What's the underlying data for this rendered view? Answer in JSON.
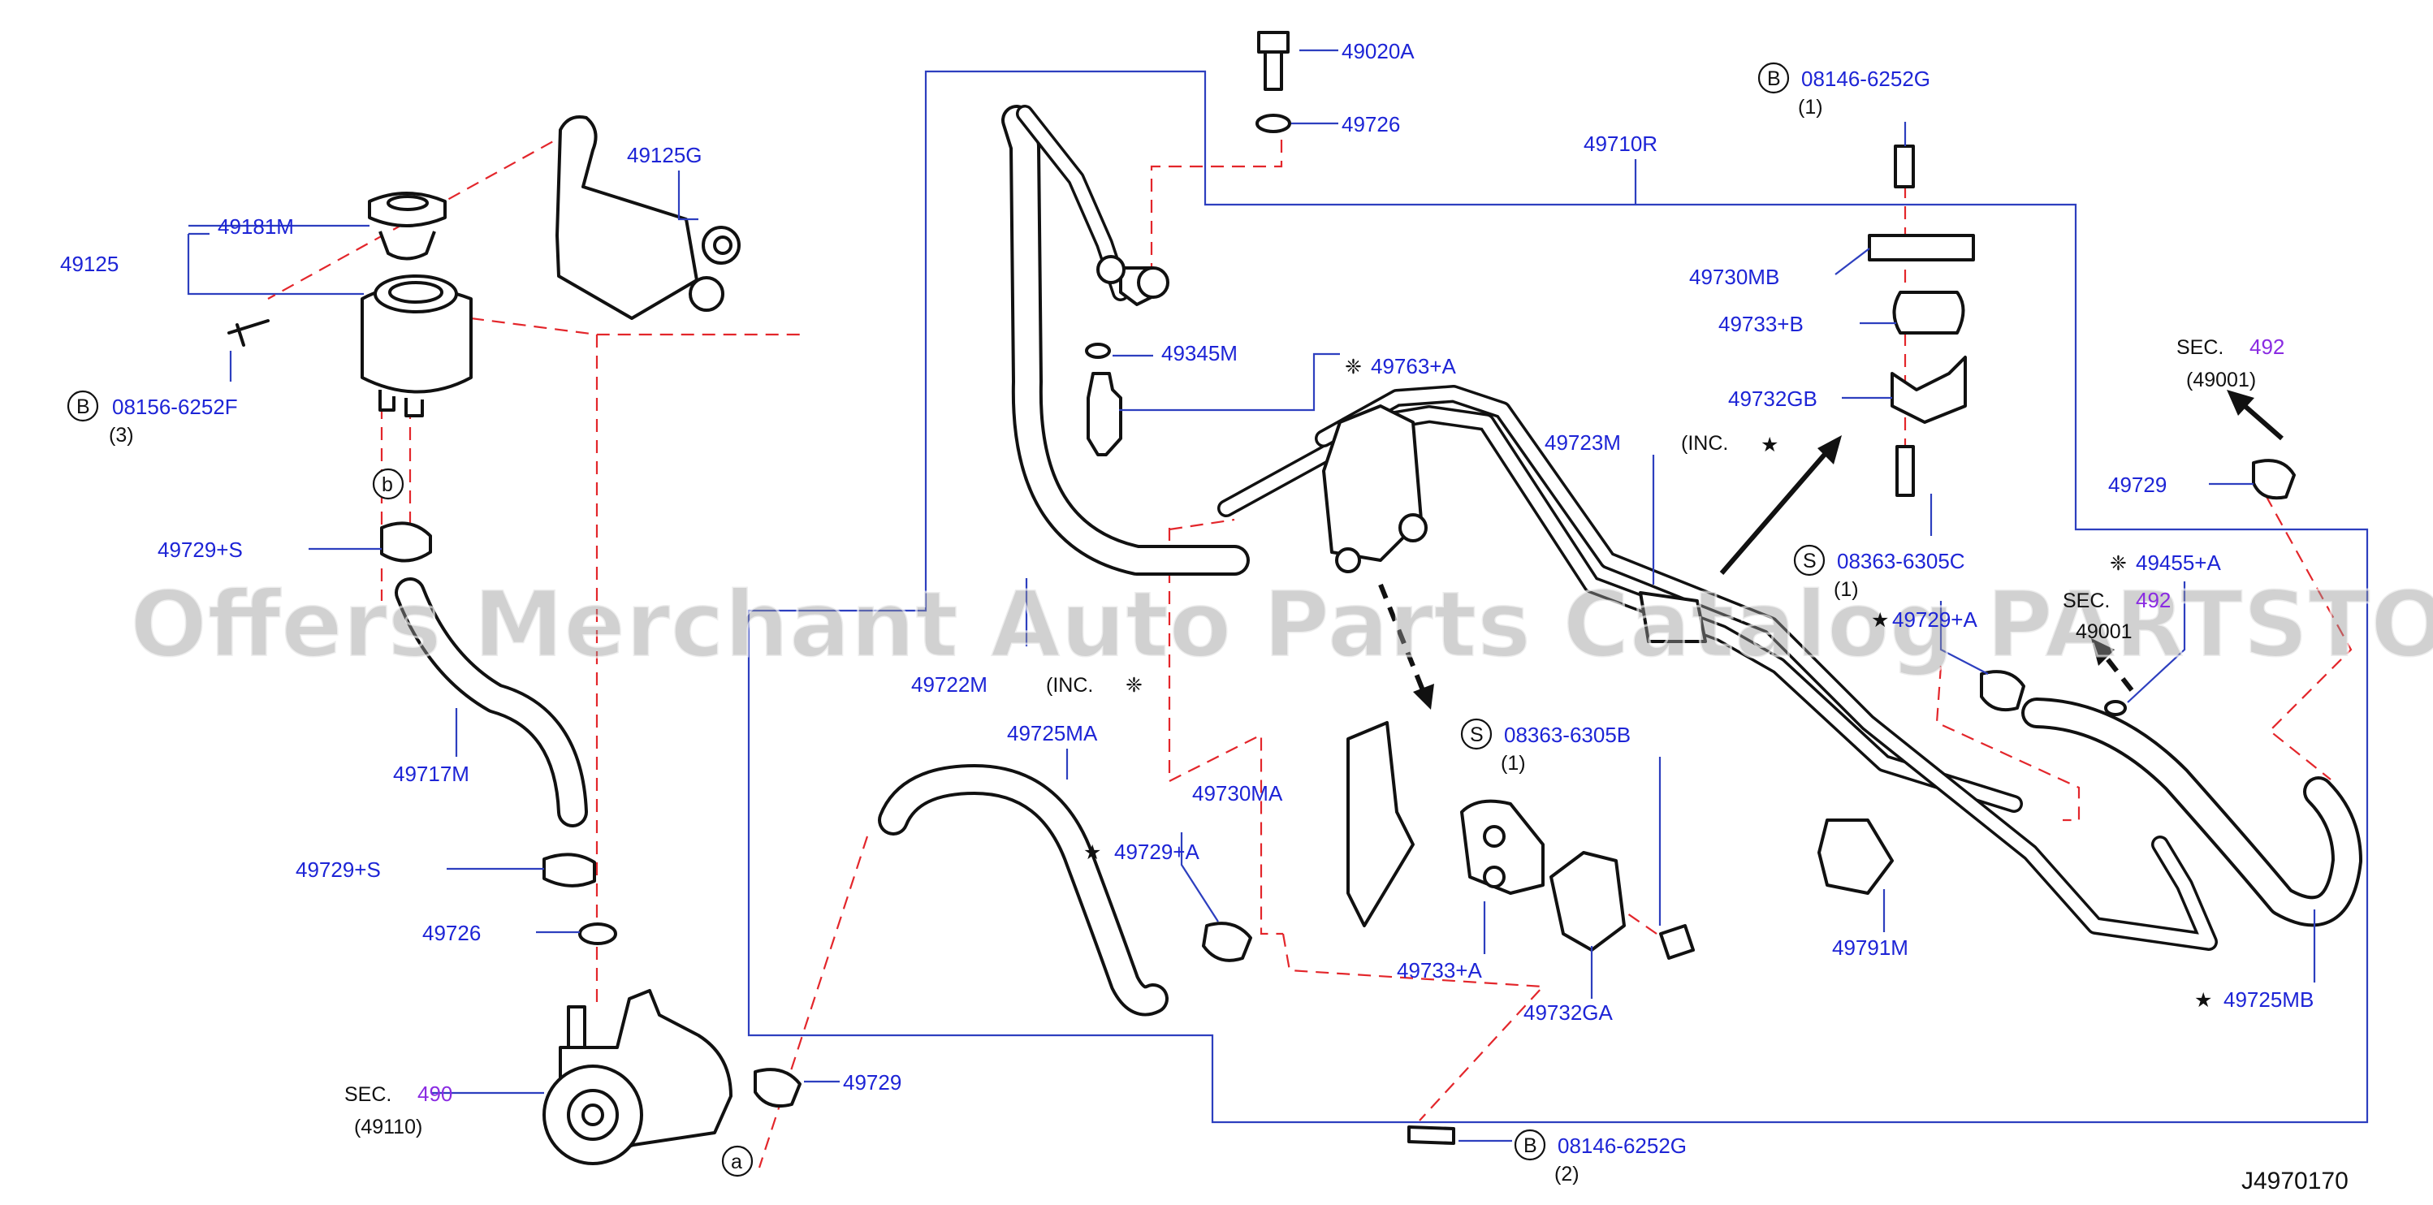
{
  "diagram_id": "J4970170",
  "watermark": "Offers Merchant Auto Parts Catalog PARTSTORE.SA",
  "symbols": {
    "star": "★",
    "flower": "❈",
    "circle_b": "B",
    "circle_s": "S",
    "ref_a": "a",
    "ref_b": "b"
  },
  "section_prefix": "SEC.",
  "labels": {
    "p49020A": "49020A",
    "p49726_top": "49726",
    "p49125G": "49125G",
    "p49181M": "49181M",
    "p49125": "49125",
    "p08156_6252F": "08156-6252F",
    "qty_3": "(3)",
    "p08146_6252G_top": "08146-6252G",
    "qty_1_a": "(1)",
    "p49710R": "49710R",
    "p49730MB": "49730MB",
    "p49733B": "49733+B",
    "p49732GB": "49732GB",
    "p49345M": "49345M",
    "p49763A": "49763+A",
    "p49723M": "49723M",
    "inc_star": "(INC.",
    "p49729_right": "49729",
    "sec492": "492",
    "sec492_sub": "(49001)",
    "p08363_6305C": "08363-6305C",
    "qty_1_b": "(1)",
    "p49455A": "49455+A",
    "p49729A_right": "49729+A",
    "sec492_b": "492",
    "sec492_b_sub": "49001",
    "p49729S_top": "49729+S",
    "p49717M": "49717M",
    "p49722M": "49722M",
    "inc_flower": "(INC.",
    "p49725MA": "49725MA",
    "p49730MA": "49730MA",
    "p49729A_mid": "49729+A",
    "p08363_6305B": "08363-6305B",
    "qty_1_c": "(1)",
    "p49729S_bottom": "49729+S",
    "p49726_bottom": "49726",
    "p49733A": "49733+A",
    "p49732GA": "49732GA",
    "p49791M": "49791M",
    "p49725MB": "49725MB",
    "sec490": "490",
    "sec490_sub": "(49110)",
    "p49729_bottom": "49729",
    "p08146_6252G_bottom": "08146-6252G",
    "qty_2": "(2)"
  },
  "colors": {
    "label": "#1d24d6",
    "section": "#8a2be2",
    "leader": "#2d3fbf",
    "dashed": "#e3262b",
    "line": "#111111"
  }
}
